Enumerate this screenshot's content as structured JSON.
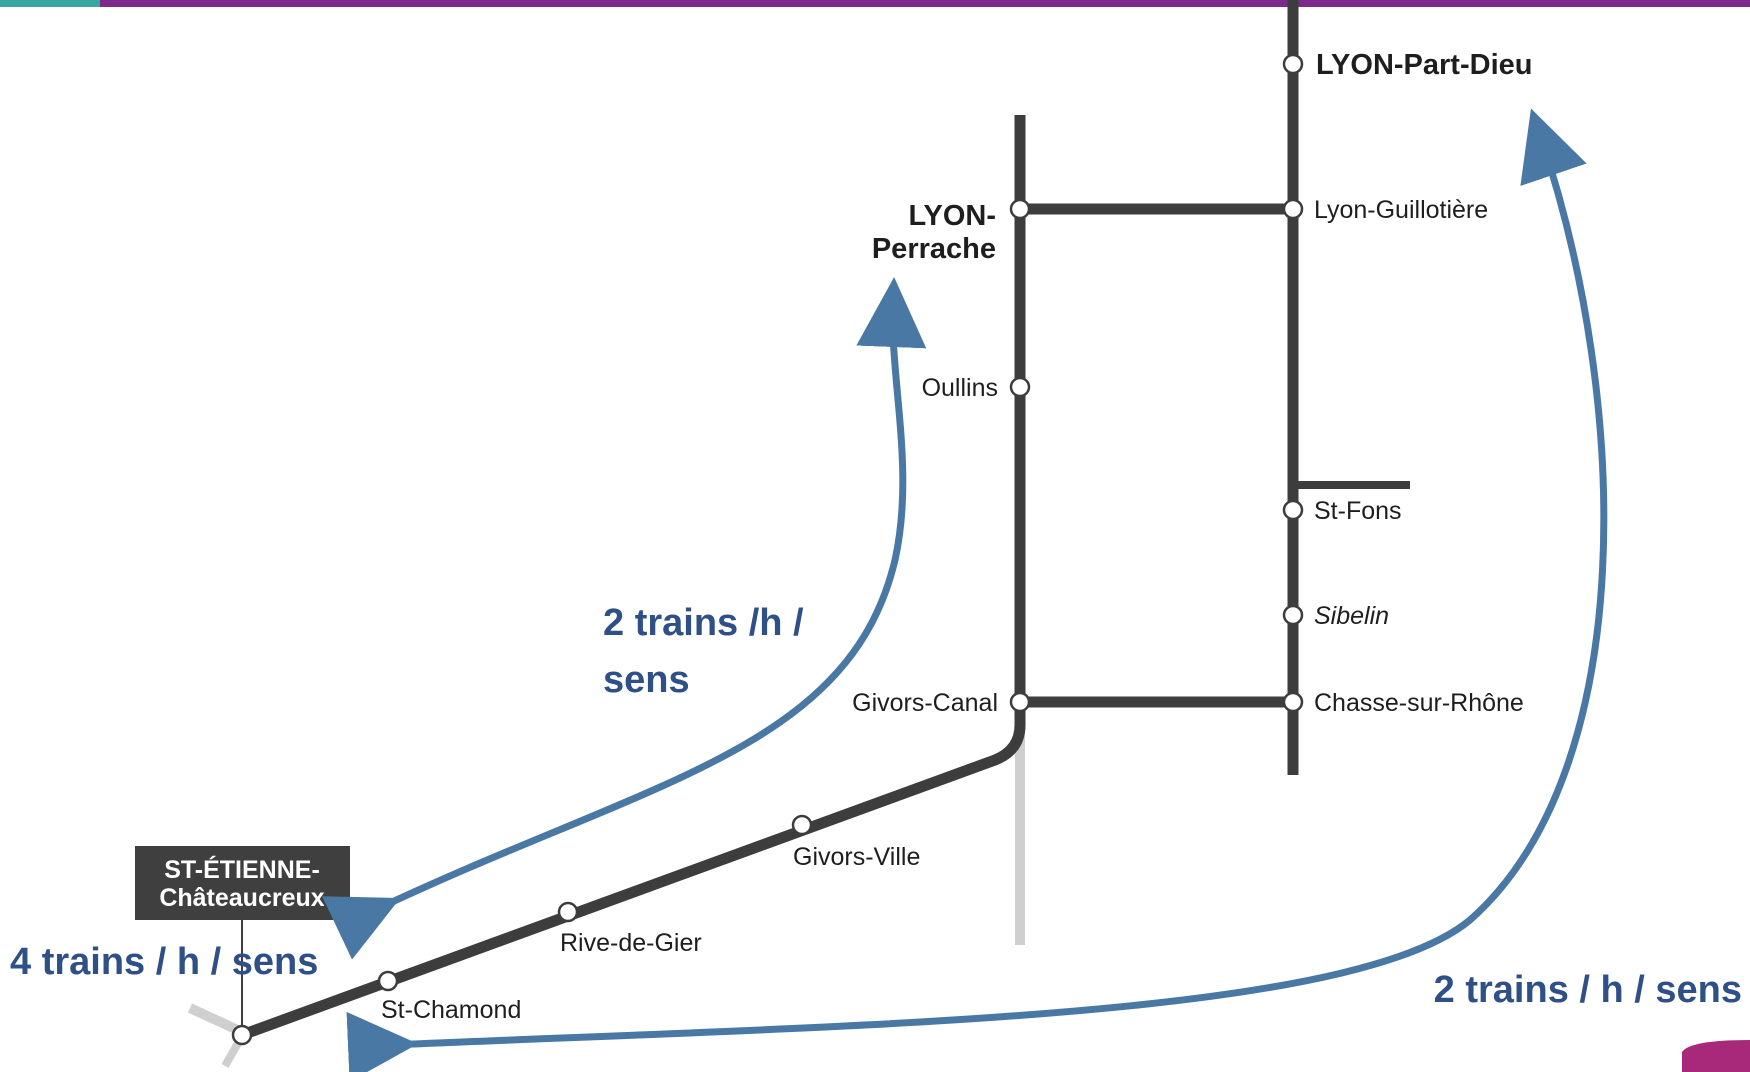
{
  "stations": {
    "part_dieu": "LYON-Part-Dieu",
    "perrache_line1": "LYON-",
    "perrache_line2": "Perrache",
    "guillotiere": "Lyon-Guillotière",
    "oullins": "Oullins",
    "st_fons": "St-Fons",
    "sibelin": "Sibelin",
    "givors_canal": "Givors-Canal",
    "chasse": "Chasse-sur-Rhône",
    "givors_ville": "Givors-Ville",
    "rive_de_gier": "Rive-de-Gier",
    "st_chamond": "St-Chamond",
    "st_etienne_line1": "ST-ÉTIENNE-",
    "st_etienne_line2": "Châteaucreux"
  },
  "frequencies": {
    "perrache_line1": "2 trains /h /",
    "perrache_line2": "sens",
    "st_etienne": "4 trains / h / sens",
    "part_dieu": "2 trains / h / sens"
  },
  "colors": {
    "header_bar": "#7b2a8c",
    "track": "#3d3d3d",
    "track_faded": "#cfcfcf",
    "arrow": "#4a78a4",
    "freq_text": "#2f4f87",
    "terminus_box": "#3f3f3f"
  }
}
